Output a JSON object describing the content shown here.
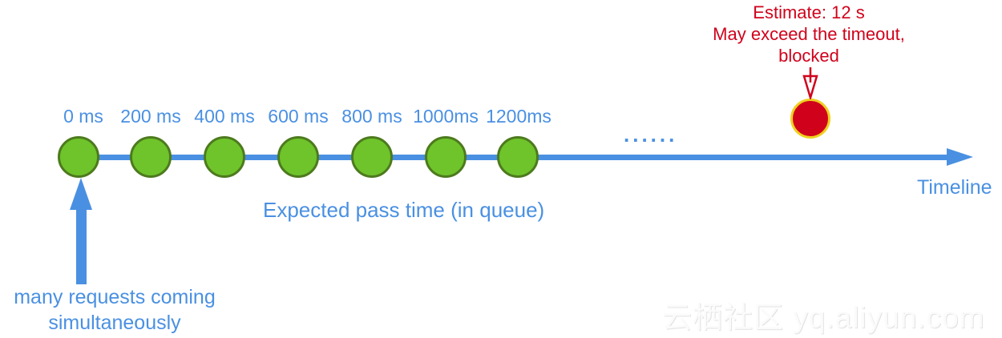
{
  "colors": {
    "accent_blue": "#4A90E2",
    "dot_green_fill": "#6EC42A",
    "dot_green_border": "#4D7A1E",
    "blocked_red": "#D0021B",
    "blocked_ring_yellow": "#EFD020"
  },
  "timeline": {
    "axis_label": "Timeline",
    "ellipsis": "......",
    "points": [
      {
        "label": "0 ms"
      },
      {
        "label": "200 ms"
      },
      {
        "label": "400 ms"
      },
      {
        "label": "600 ms"
      },
      {
        "label": "800 ms"
      },
      {
        "label": "1000ms"
      },
      {
        "label": "1200ms"
      }
    ]
  },
  "queue_caption": "Expected pass time (in queue)",
  "incoming": {
    "line1": "many requests coming",
    "line2": "simultaneously"
  },
  "blocked": {
    "line1": "Estimate: 12 s",
    "line2": "May exceed the timeout,",
    "line3": "blocked"
  },
  "watermark": "云栖社区 yq.aliyun.com"
}
